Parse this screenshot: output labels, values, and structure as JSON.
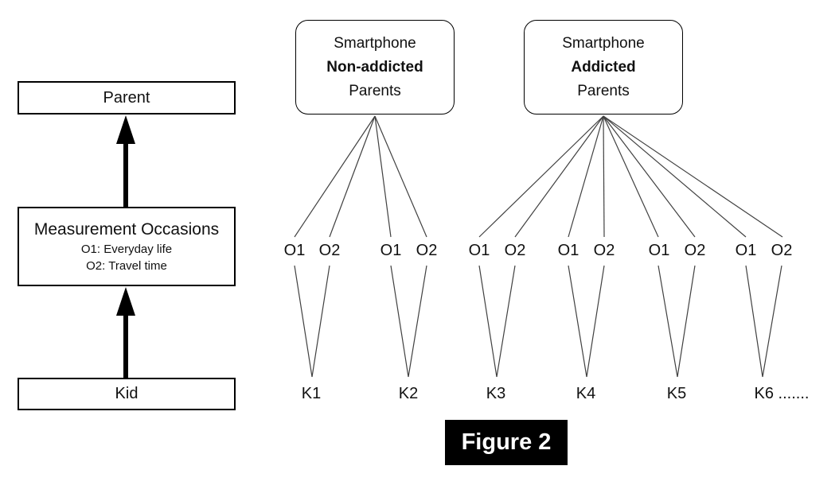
{
  "figure": {
    "label": "Figure 2"
  },
  "left_panel": {
    "parent_label": "Parent",
    "measurement_title": "Measurement Occasions",
    "measurement_o1": "O1: Everyday life",
    "measurement_o2": "O2: Travel time",
    "kid_label": "Kid"
  },
  "trees": [
    {
      "box_line1": "Smartphone",
      "box_line2": "Non-addicted",
      "box_line3": "Parents",
      "kids": [
        {
          "name": "K1",
          "o1": "O1",
          "o2": "O2"
        },
        {
          "name": "K2",
          "o1": "O1",
          "o2": "O2"
        }
      ]
    },
    {
      "box_line1": "Smartphone",
      "box_line2": "Addicted",
      "box_line3": "Parents",
      "kids": [
        {
          "name": "K3",
          "o1": "O1",
          "o2": "O2"
        },
        {
          "name": "K4",
          "o1": "O1",
          "o2": "O2"
        },
        {
          "name": "K5",
          "o1": "O1",
          "o2": "O2"
        },
        {
          "name": "K6 .......",
          "o1": "O1",
          "o2": "O2"
        }
      ]
    }
  ],
  "colors": {
    "text": "#111111",
    "box_border": "#000000",
    "connector_line": "#404040",
    "arrow": "#000000",
    "figure_label_bg": "#000000",
    "figure_label_text": "#ffffff",
    "background": "#ffffff"
  }
}
